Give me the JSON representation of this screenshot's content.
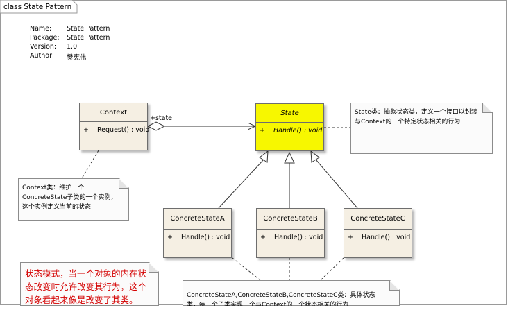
{
  "diagram": {
    "frame_label": "class State Pattern",
    "meta": [
      {
        "key": "Name:",
        "value": "State Pattern"
      },
      {
        "key": "Package:",
        "value": "State Pattern"
      },
      {
        "key": "Version:",
        "value": "1.0"
      },
      {
        "key": "Author:",
        "value": "樊宪伟"
      }
    ],
    "classes": {
      "context": {
        "name": "Context",
        "op_visibility": "+",
        "op": "Request() : void"
      },
      "state": {
        "name": "State",
        "op_visibility": "+",
        "op": "Handle() : void",
        "fill": "#f7f700"
      },
      "concrete_a": {
        "name": "ConcreteStateA",
        "op_visibility": "+",
        "op": "Handle() : void"
      },
      "concrete_b": {
        "name": "ConcreteStateB",
        "op_visibility": "+",
        "op": "Handle() : void"
      },
      "concrete_c": {
        "name": "ConcreteStateC",
        "op_visibility": "+",
        "op": "Handle() : void"
      }
    },
    "association_label": "+state",
    "notes": {
      "state_note": [
        "State类：抽象状态类，定义一个接口以封装",
        "与Context的一个特定状态相关的行为"
      ],
      "context_note": [
        "Context类：维护一个",
        "ConcreteState子类的一个实例，",
        "这个实例定义当前的状态"
      ],
      "pattern_note": [
        "状态模式，当一个对象的内在状",
        "态改变时允许改变其行为，这个",
        "对象看起来像是改变了其类。"
      ],
      "concrete_note": [
        "ConcreteStateA,ConcreteStateB,ConcreteStateC类：具体状态",
        "类，每一个子类实现一个与Context的一个状态相关的行为"
      ]
    },
    "colors": {
      "class_fill": "#f5efe3",
      "abstract_fill": "#f7f700",
      "note_text_red": "#d40000"
    }
  }
}
